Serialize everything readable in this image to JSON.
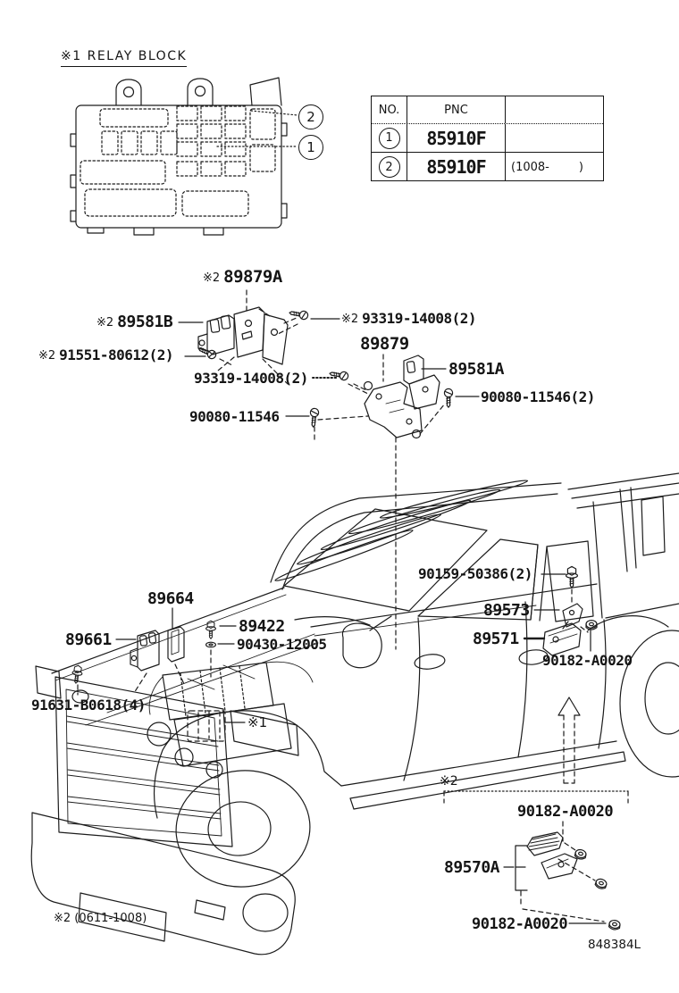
{
  "page": {
    "title": "※1 RELAY BLOCK",
    "footer_code": "848384L",
    "bottom_note": "※2 (0611-1008)"
  },
  "colors": {
    "ink": "#1c1c1c",
    "background": "#ffffff"
  },
  "callouts": {
    "c1": "1",
    "c2": "2"
  },
  "table": {
    "headers": {
      "no": "NO.",
      "pnc": "PNC",
      "spec": ""
    },
    "rows": [
      {
        "no": "1",
        "pnc": "85910F",
        "spec": ""
      },
      {
        "no": "2",
        "pnc": "85910F",
        "spec": "(1008-        )"
      }
    ]
  },
  "part_labels": {
    "l89879A": {
      "prefix": "※2",
      "text": "89879A"
    },
    "l89581B": {
      "prefix": "※2",
      "text": "89581B"
    },
    "l93319_top": {
      "prefix": "※2",
      "text": "93319-14008(2)"
    },
    "l91551": {
      "prefix": "※2",
      "text": "91551-80612(2)"
    },
    "l93319_mid": {
      "text": "93319-14008(2)"
    },
    "l89879": {
      "text": "89879"
    },
    "l89581A": {
      "text": "89581A"
    },
    "l90080_2": {
      "text": "90080-11546(2)"
    },
    "l90080": {
      "text": "90080-11546"
    },
    "l89664": {
      "text": "89664"
    },
    "l89661": {
      "text": "89661"
    },
    "l89422": {
      "text": "89422"
    },
    "l90430": {
      "text": "90430-12005"
    },
    "l91631": {
      "text": "91631-B0618(4)"
    },
    "lref1": {
      "text": "※1"
    },
    "l90159": {
      "text": "90159-50386(2)"
    },
    "l89573": {
      "text": "89573"
    },
    "l89571": {
      "text": "89571"
    },
    "l90182_door": {
      "text": "90182-A0020"
    },
    "lref2": {
      "text": "※2"
    },
    "l90182_bed": {
      "text": "90182-A0020"
    },
    "l89570A": {
      "text": "89570A"
    },
    "l90182_bottom": {
      "text": "90182-A0020"
    }
  },
  "icons": {
    "fasteners": [
      "screw-icon",
      "bolt-icon",
      "nut-icon",
      "washer-icon"
    ],
    "direction": "up-arrow-icon"
  }
}
